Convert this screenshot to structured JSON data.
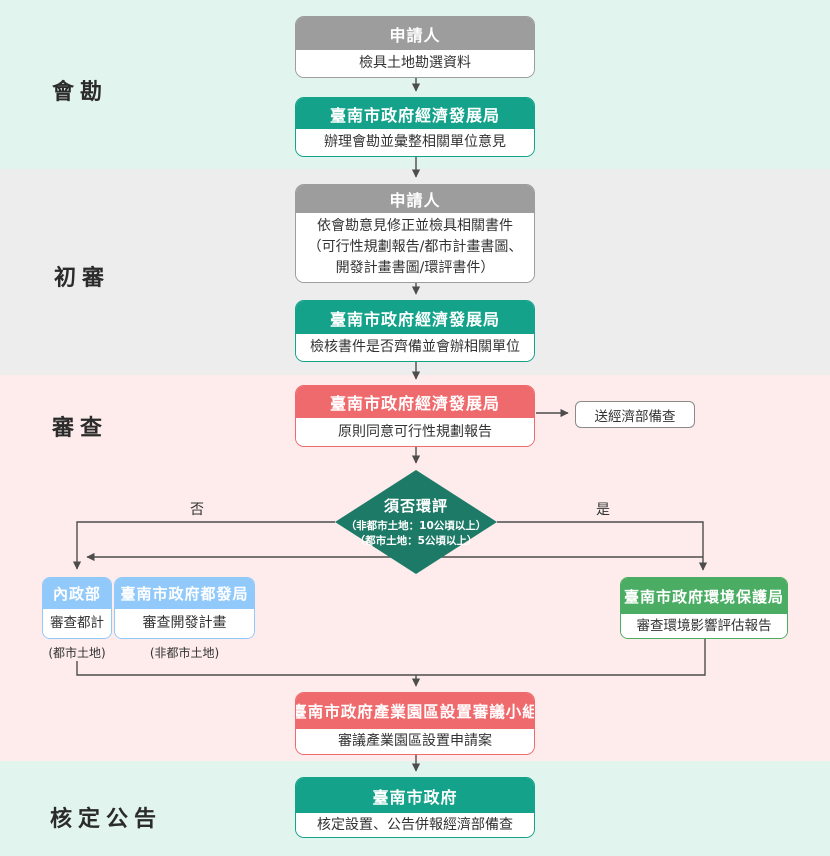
{
  "sections": [
    {
      "label": "會勘"
    },
    {
      "label": "初審"
    },
    {
      "label": "審查"
    },
    {
      "label": "核定公告"
    }
  ],
  "boxes": {
    "applicant_survey": {
      "header": "申請人",
      "body": "檢具土地勘選資料"
    },
    "edb_survey": {
      "header": "臺南市政府經濟發展局",
      "body": "辦理會勘並彙整相關單位意見"
    },
    "applicant_prelim": {
      "header": "申請人",
      "lines": [
        "依會勘意見修正並檢具相關書件",
        "（可行性規劃報告/都市計畫書圖、",
        "開發計畫書圖/環評書件）"
      ]
    },
    "edb_prelim": {
      "header": "臺南市政府經濟發展局",
      "body": "檢核書件是否齊備並會辦相關單位"
    },
    "edb_review": {
      "header": "臺南市政府經濟發展局",
      "body": "原則同意可行性規劃報告"
    },
    "moi": {
      "header": "內政部",
      "body": "審查都計",
      "note": "(都市土地)"
    },
    "udb": {
      "header": "臺南市政府都發局",
      "body": "審查開發計畫",
      "note": "(非都市土地)"
    },
    "epb": {
      "header": "臺南市政府環境保護局",
      "body": "審查環境影響評估報告"
    },
    "committee": {
      "header": "臺南市政府產業園區設置審議小組",
      "body": "審議產業園區設置申請案"
    },
    "gov": {
      "header": "臺南市政府",
      "body": "核定設置、公告併報經濟部備查"
    }
  },
  "side_note": {
    "label": "送經濟部備查"
  },
  "decision": {
    "title": "須否環評",
    "note1": "（非都市土地：10公頃以上）",
    "note2": "（都市土地：5公頃以上）",
    "no_label": "否",
    "yes_label": "是"
  },
  "colors": {
    "teal": "#14a38a",
    "gray_header": "#9d9d9d",
    "red": "#ef6a6d",
    "blue": "#90c9fa",
    "green": "#4bad63",
    "diamond": "#1d7a66",
    "band_mint": "#e2f4ee",
    "band_gray": "#ededed",
    "band_pink": "#fdeceb",
    "connector": "#4d4d4d"
  }
}
